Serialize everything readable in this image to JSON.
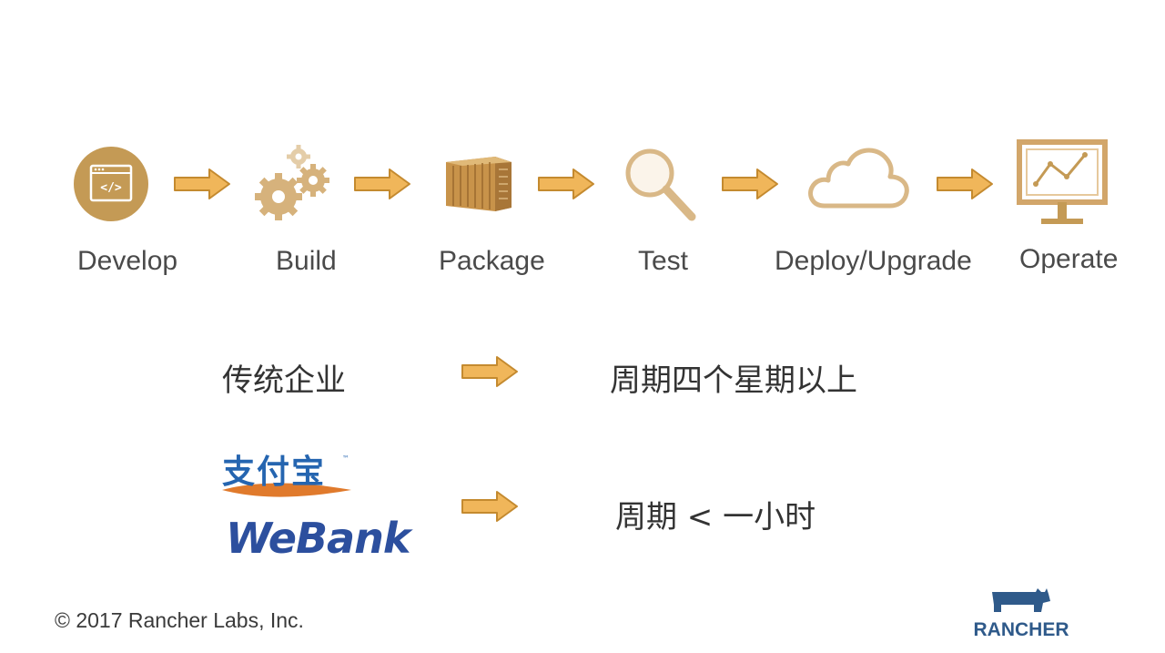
{
  "stages": [
    {
      "label": "Develop",
      "icon": "code-window-icon"
    },
    {
      "label": "Build",
      "icon": "gears-icon"
    },
    {
      "label": "Package",
      "icon": "container-icon"
    },
    {
      "label": "Test",
      "icon": "magnifier-icon"
    },
    {
      "label": "Deploy/Upgrade",
      "icon": "cloud-icon"
    },
    {
      "label": "Operate",
      "icon": "monitor-chart-icon"
    }
  ],
  "comparison": {
    "traditional_label": "传统企业",
    "traditional_cycle": "周期四个星期以上",
    "modern_cycle": "周期 < 一小时"
  },
  "logos": {
    "alipay": "支付宝",
    "alipay_tm": "™",
    "webank": "WeBank",
    "rancher": "RANCHER"
  },
  "footer": {
    "copyright": "© 2017 Rancher Labs, Inc."
  },
  "colors": {
    "gold": "#c49a55",
    "arrow_fill": "#f0b65a",
    "arrow_stroke": "#c48a2f",
    "webank_blue": "#2c4f9e",
    "alipay_blue": "#2565b0",
    "alipay_orange": "#e07a2c",
    "rancher_blue": "#2f5a8a"
  }
}
